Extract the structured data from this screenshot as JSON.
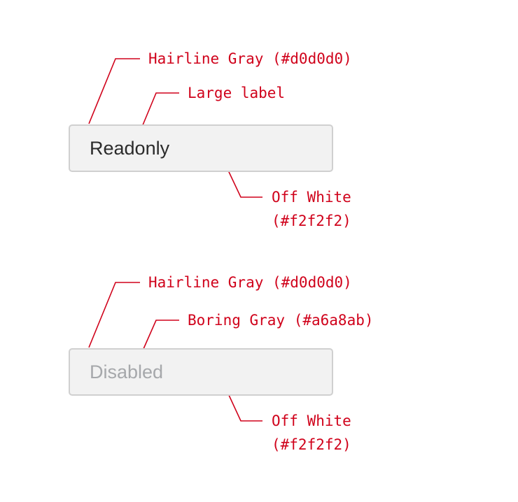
{
  "readonly_example": {
    "field_text": "Readonly",
    "border_note": "Hairline Gray (#d0d0d0)",
    "text_note": "Large label",
    "background_note_line1": "Off White",
    "background_note_line2": "(#f2f2f2)"
  },
  "disabled_example": {
    "field_text": "Disabled",
    "border_note": "Hairline Gray (#d0d0d0)",
    "text_note": "Boring Gray (#a6a8ab)",
    "background_note_line1": "Off White",
    "background_note_line2": "(#f2f2f2)"
  },
  "colors": {
    "annotation": "#d0021b",
    "hairline_gray": "#d0d0d0",
    "off_white": "#f2f2f2",
    "boring_gray": "#a6a8ab",
    "label_text": "#2b2b2b"
  }
}
